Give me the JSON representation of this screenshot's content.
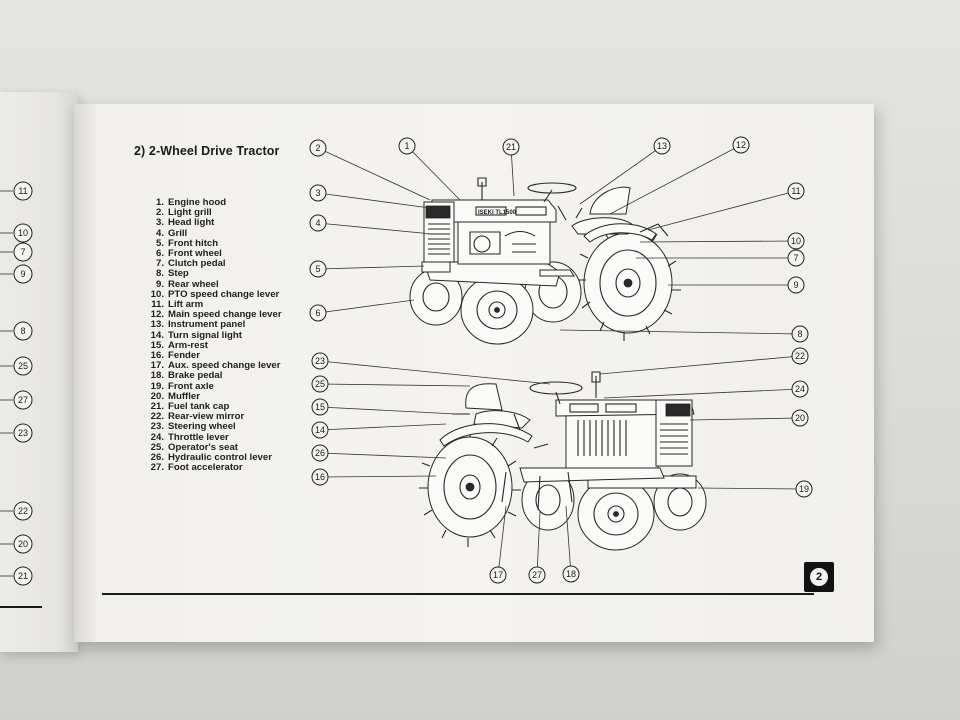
{
  "page": {
    "title": "2) 2-Wheel Drive Tractor",
    "page_number": "2"
  },
  "parts": [
    {
      "num": "1.",
      "label": "Engine hood"
    },
    {
      "num": "2.",
      "label": "Light grill"
    },
    {
      "num": "3.",
      "label": "Head light"
    },
    {
      "num": "4.",
      "label": "Grill"
    },
    {
      "num": "5.",
      "label": "Front hitch"
    },
    {
      "num": "6.",
      "label": "Front wheel"
    },
    {
      "num": "7.",
      "label": "Clutch pedal"
    },
    {
      "num": "8.",
      "label": "Step"
    },
    {
      "num": "9.",
      "label": "Rear wheel"
    },
    {
      "num": "10.",
      "label": "PTO speed change lever"
    },
    {
      "num": "11.",
      "label": "Lift arm"
    },
    {
      "num": "12.",
      "label": "Main speed change lever"
    },
    {
      "num": "13.",
      "label": "Instrument panel"
    },
    {
      "num": "14.",
      "label": "Turn signal light"
    },
    {
      "num": "15.",
      "label": "Arm-rest"
    },
    {
      "num": "16.",
      "label": "Fender"
    },
    {
      "num": "17.",
      "label": "Aux. speed change lever"
    },
    {
      "num": "18.",
      "label": "Brake pedal"
    },
    {
      "num": "19.",
      "label": "Front axle"
    },
    {
      "num": "20.",
      "label": "Muffler"
    },
    {
      "num": "21.",
      "label": "Fuel tank cap"
    },
    {
      "num": "22.",
      "label": "Rear-view mirror"
    },
    {
      "num": "23.",
      "label": "Steering wheel"
    },
    {
      "num": "24.",
      "label": "Throttle lever"
    },
    {
      "num": "25.",
      "label": "Operator's seat"
    },
    {
      "num": "26.",
      "label": "Hydraulic control lever"
    },
    {
      "num": "27.",
      "label": "Foot accelerator"
    }
  ],
  "callouts_top": [
    "2",
    "1",
    "21",
    "13",
    "12",
    "3",
    "11",
    "4",
    "10",
    "7",
    "5",
    "9",
    "6",
    "8"
  ],
  "callouts_bottom": [
    "23",
    "22",
    "25",
    "24",
    "15",
    "20",
    "14",
    "26",
    "16",
    "19",
    "17",
    "27",
    "18"
  ],
  "left_page_callouts": [
    "11",
    "10",
    "7",
    "9",
    "8",
    "25",
    "27",
    "23",
    "22",
    "20",
    "21"
  ],
  "grill_lettering": "ISEKI TL1500"
}
